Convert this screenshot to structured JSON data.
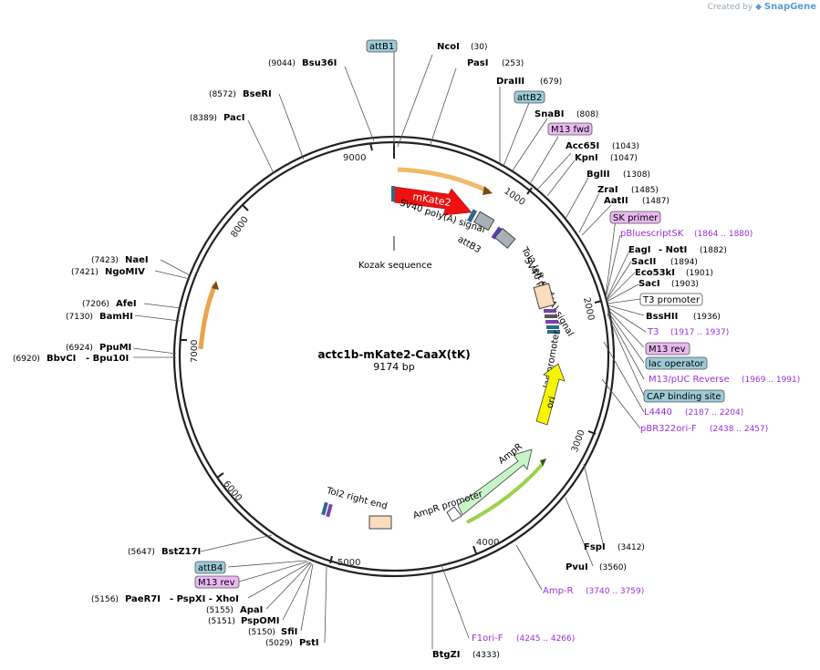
{
  "header": {
    "created_by": "Created by",
    "brand": "SnapGene"
  },
  "plasmid": {
    "name": "actc1b-mKate2-CaaX(tK)",
    "size": "9174 bp"
  },
  "colors": {
    "enzyme": "#000000",
    "primer": "#9b30d9",
    "backbone": "#222222"
  },
  "ticks": [
    "9000",
    "1000",
    "2000",
    "3000",
    "4000",
    "5000",
    "6000",
    "7000",
    "8000"
  ],
  "enzymes": [
    {
      "name": "NcoI",
      "pos": "(30)"
    },
    {
      "name": "PasI",
      "pos": "(253)"
    },
    {
      "name": "DraIII",
      "pos": "(679)"
    },
    {
      "name": "SnaBI",
      "pos": "(808)"
    },
    {
      "name": "Acc65I",
      "pos": "(1043)"
    },
    {
      "name": "KpnI",
      "pos": "(1047)"
    },
    {
      "name": "BglII",
      "pos": "(1308)"
    },
    {
      "name": "ZraI",
      "pos": "(1485)"
    },
    {
      "name": "AatII",
      "pos": "(1487)"
    },
    {
      "name": "EagI",
      "sep": "- NotI",
      "pos": "(1882)"
    },
    {
      "name": "SacII",
      "pos": "(1894)"
    },
    {
      "name": "Eco53kI",
      "pos": "(1901)"
    },
    {
      "name": "SacI",
      "pos": "(1903)"
    },
    {
      "name": "BssHII",
      "pos": "(1936)"
    },
    {
      "name": "FspI",
      "pos": "(3412)"
    },
    {
      "name": "PvuI",
      "pos": "(3560)"
    },
    {
      "name": "BtgZI",
      "pos": "(4333)"
    },
    {
      "name": "PstI",
      "pos": "(5029)"
    },
    {
      "name": "SfiI",
      "pos": "(5150)"
    },
    {
      "name": "PspOMI",
      "pos": "(5151)"
    },
    {
      "name": "ApaI",
      "pos": "(5155)"
    },
    {
      "name": "PaeR7I",
      "sep": "- PspXI - XhoI",
      "pos": "(5156)"
    },
    {
      "name": "BstZ17I",
      "pos": "(5647)"
    },
    {
      "name": "PpuMI",
      "pos": "(6924)"
    },
    {
      "name": "BbvCI",
      "sep": "- Bpu10I",
      "pos": "(6920)"
    },
    {
      "name": "BamHI",
      "pos": "(7130)"
    },
    {
      "name": "AfeI",
      "pos": "(7206)"
    },
    {
      "name": "NgoMIV",
      "pos": "(7421)"
    },
    {
      "name": "NaeI",
      "pos": "(7423)"
    },
    {
      "name": "PacI",
      "pos": "(8389)"
    },
    {
      "name": "BseRI",
      "pos": "(8572)"
    },
    {
      "name": "Bsu36I",
      "pos": "(9044)"
    }
  ],
  "boxed": [
    {
      "label": "attB1",
      "style": "att"
    },
    {
      "label": "attB2",
      "style": "att"
    },
    {
      "label": "M13 fwd",
      "style": "primer"
    },
    {
      "label": "SK primer",
      "style": "primer"
    },
    {
      "label": "T3 promoter",
      "style": "plain"
    },
    {
      "label": "M13 rev",
      "style": "primer"
    },
    {
      "label": "lac operator",
      "style": "att"
    },
    {
      "label": "CAP binding site",
      "style": "att"
    },
    {
      "label": "attB4",
      "style": "att"
    },
    {
      "label": "M13 rev",
      "style": "primer"
    }
  ],
  "primers": [
    {
      "name": "pBluescriptSK",
      "range": "(1864 .. 1880)"
    },
    {
      "name": "T3",
      "range": "(1917 .. 1937)"
    },
    {
      "name": "M13/pUC Reverse",
      "range": "(1969 .. 1991)"
    },
    {
      "name": "L4440",
      "range": "(2187 .. 2204)"
    },
    {
      "name": "pBR322ori-F",
      "range": "(2438 .. 2457)"
    },
    {
      "name": "Amp-R",
      "range": "(3740 .. 3759)"
    },
    {
      "name": "F1ori-F",
      "range": "(4245 .. 4266)"
    }
  ],
  "features": {
    "mkate2": "mKate2",
    "sv40_a": "SV40 poly(A) signal",
    "attb3": "attB3",
    "kozak": "Kozak sequence",
    "tol2_left": "Tol2 left end",
    "sv40_b": "SV40 poly(A) signal",
    "lac_promoter": "lac promoter",
    "ori": "ori",
    "ampr": "AmpR",
    "ampr_promoter": "AmpR promoter",
    "tol2_right": "Tol2 right end"
  }
}
